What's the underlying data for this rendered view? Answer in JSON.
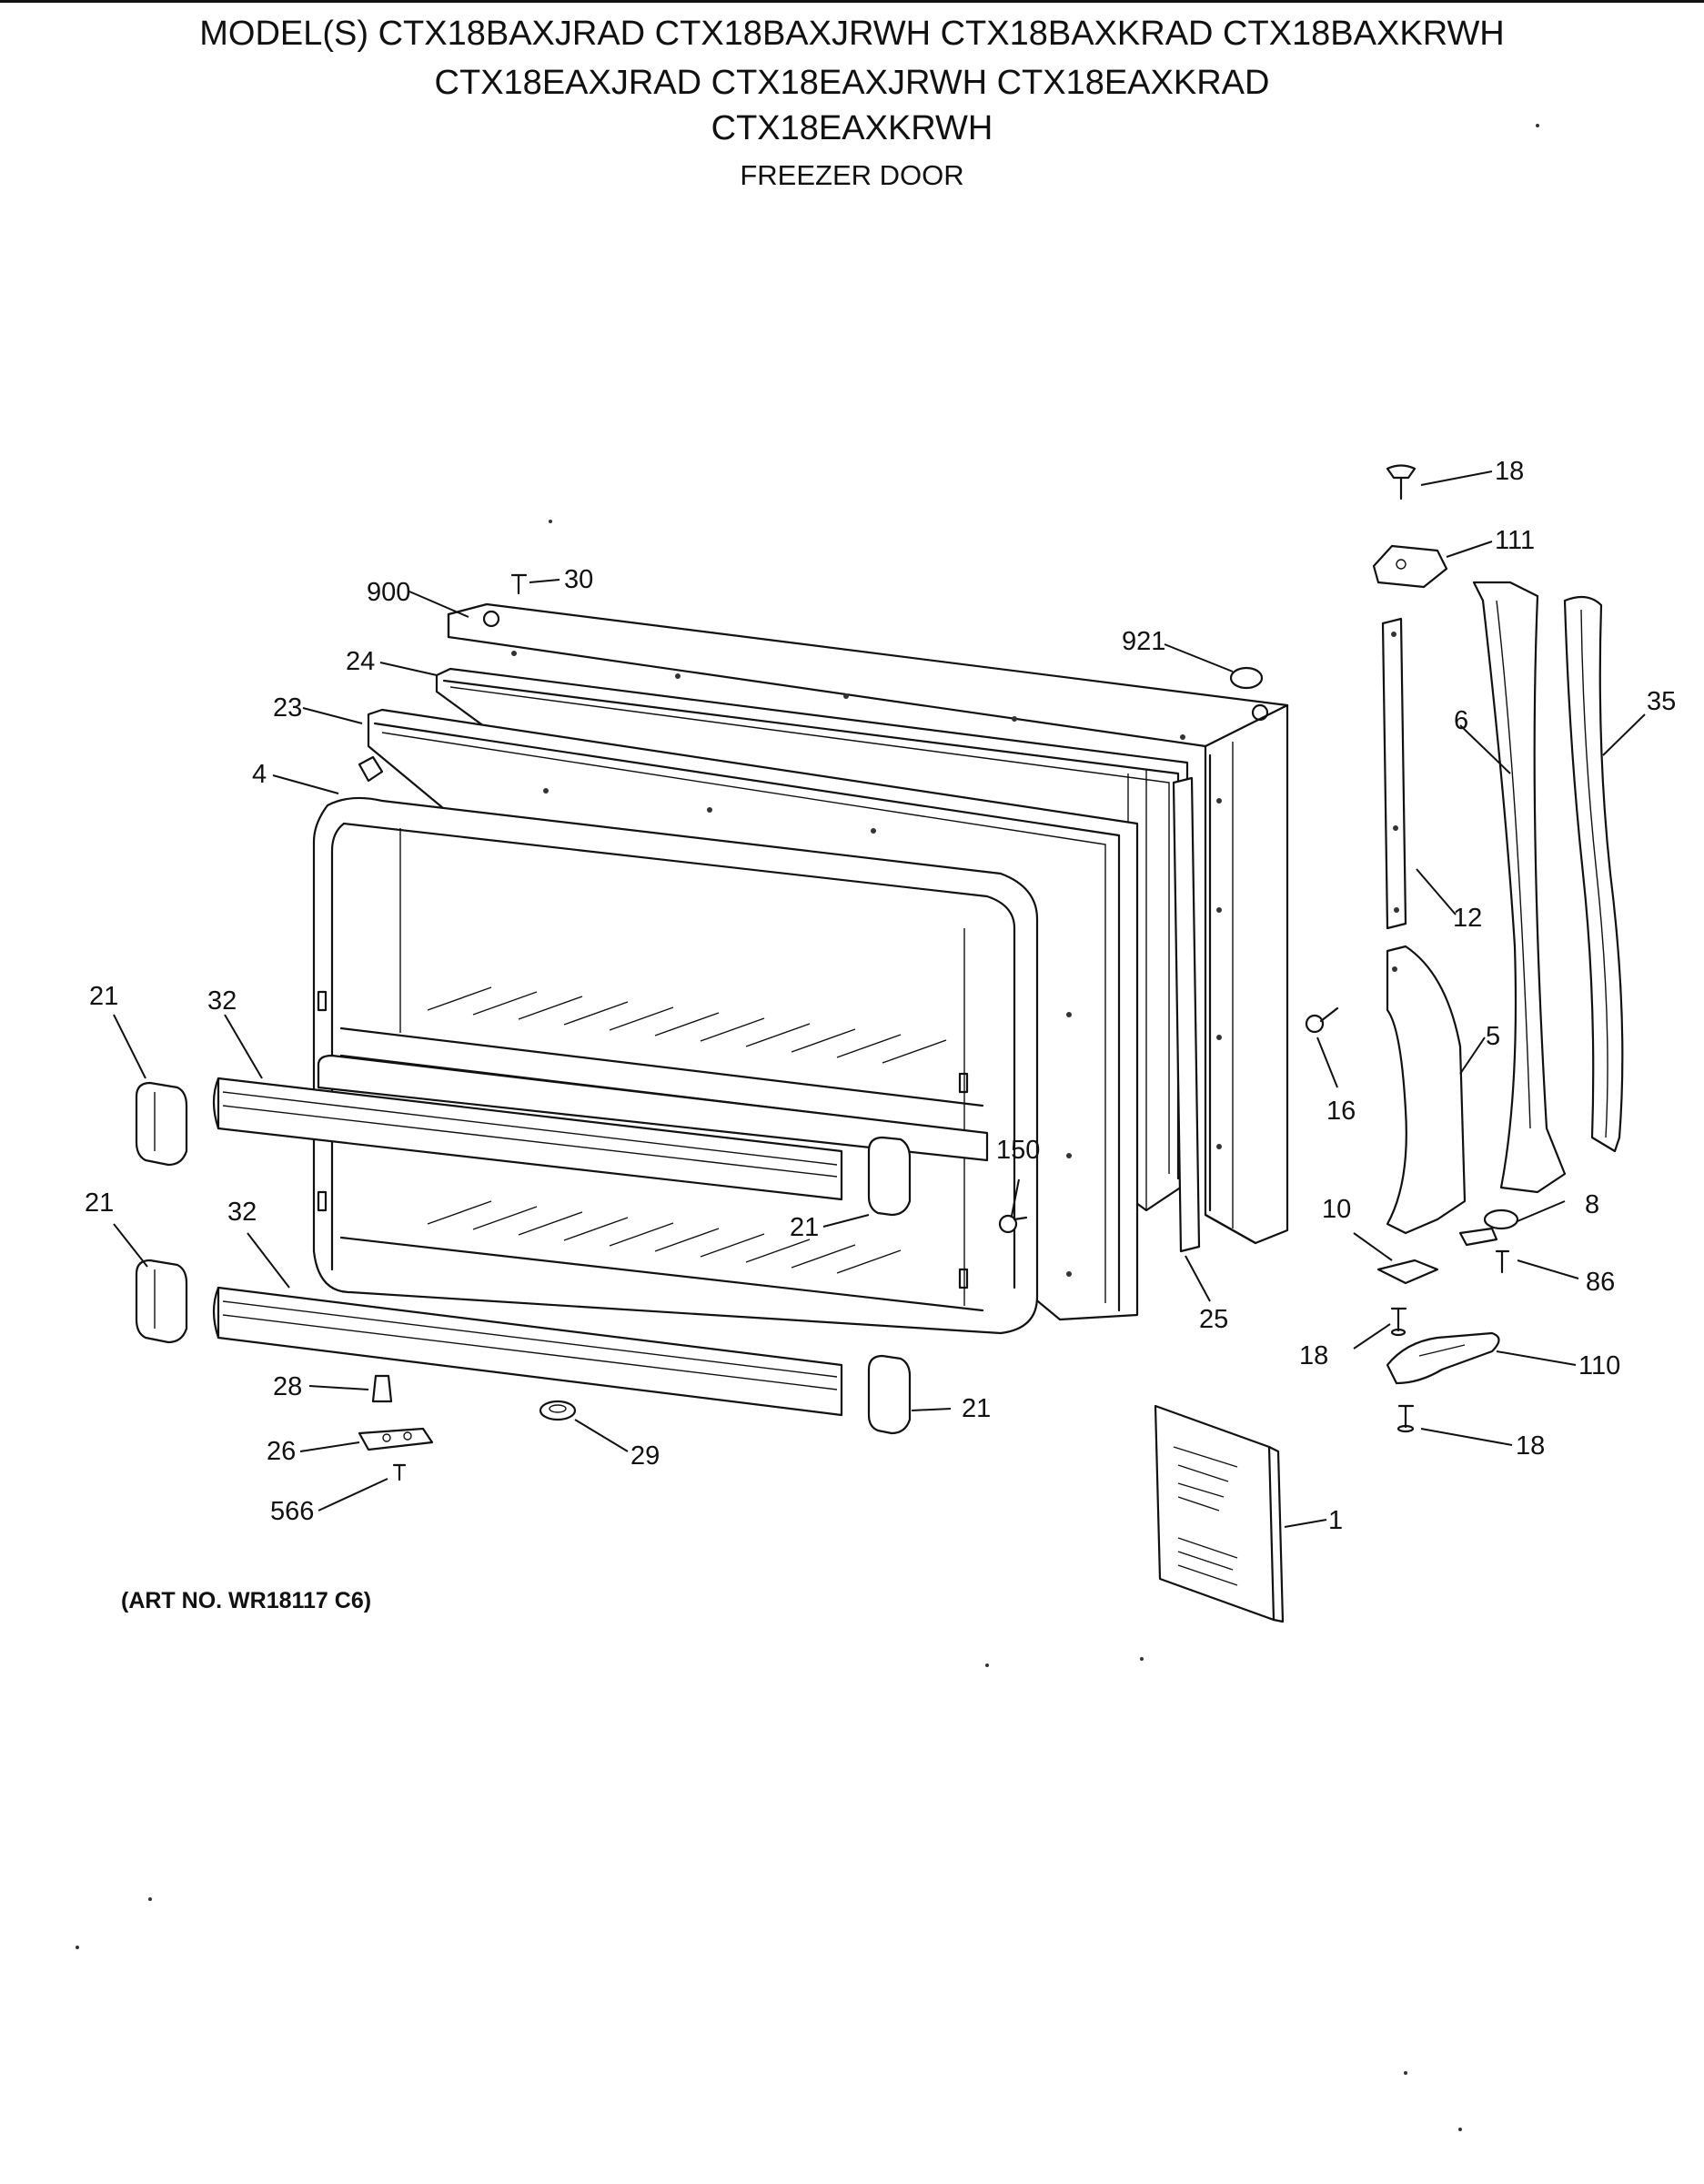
{
  "header": {
    "line1": "MODEL(S) CTX18BAXJRAD  CTX18BAXJRWH  CTX18BAXKRAD  CTX18BAXKRWH",
    "line2": "CTX18EAXJRAD  CTX18EAXJRWH  CTX18EAXKRAD",
    "line3": "CTX18EAXKRWH",
    "section": "FREEZER DOOR"
  },
  "art_number": "(ART NO. WR18117 C6)",
  "callouts": {
    "c18_top": "18",
    "c111": "111",
    "c30": "30",
    "c900": "900",
    "c921": "921",
    "c24": "24",
    "c23": "23",
    "c6": "6",
    "c35": "35",
    "c4": "4",
    "c12": "12",
    "c21_a": "21",
    "c32_a": "32",
    "c5": "5",
    "c16": "16",
    "c150": "150",
    "c21_b": "21",
    "c21_c": "21",
    "c32_b": "32",
    "c10": "10",
    "c8": "8",
    "c86": "86",
    "c25": "25",
    "c18_mid": "18",
    "c110": "110",
    "c28": "28",
    "c21_d": "21",
    "c18_low": "18",
    "c26": "26",
    "c29": "29",
    "c566": "566",
    "c1": "1"
  }
}
